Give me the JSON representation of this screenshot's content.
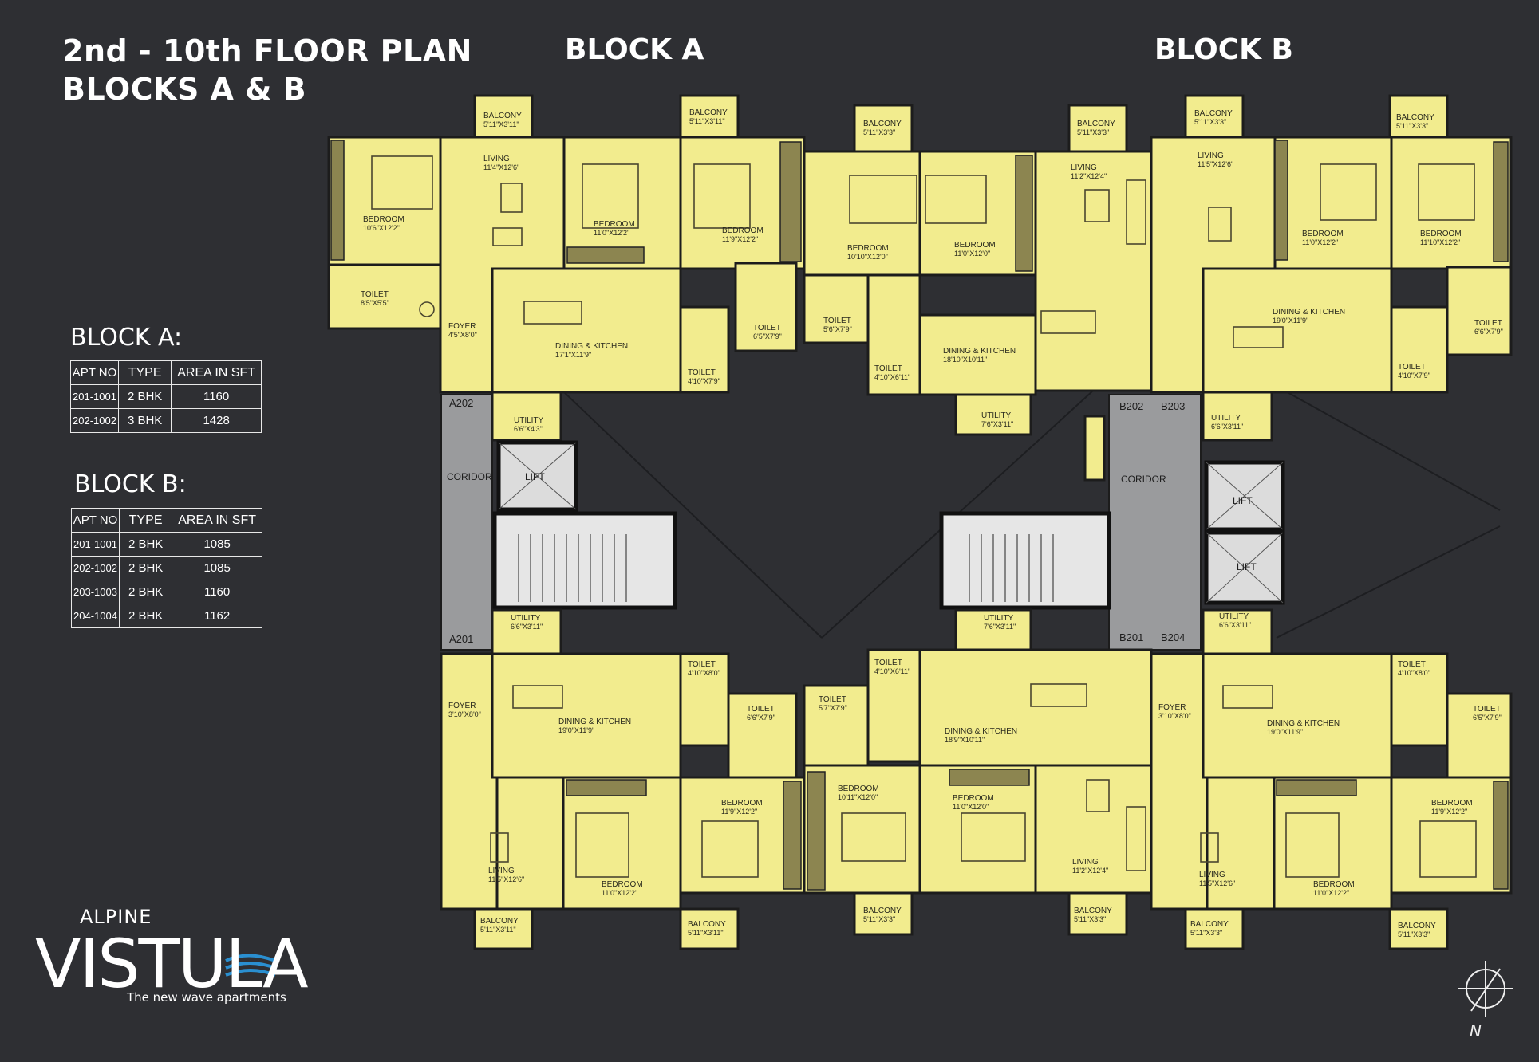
{
  "title": {
    "line1": "2nd - 10th FLOOR PLAN",
    "line2": "BLOCKS A & B"
  },
  "blocks": {
    "a": "BLOCK A",
    "b": "BLOCK B"
  },
  "tables": {
    "a": {
      "title": "BLOCK A:",
      "headers": [
        "APT NO",
        "TYPE",
        "AREA IN SFT"
      ],
      "rows": [
        [
          "201-1001",
          "2 BHK",
          "1160"
        ],
        [
          "202-1002",
          "3 BHK",
          "1428"
        ]
      ]
    },
    "b": {
      "title": "BLOCK B:",
      "headers": [
        "APT NO",
        "TYPE",
        "AREA IN SFT"
      ],
      "rows": [
        [
          "201-1001",
          "2 BHK",
          "1085"
        ],
        [
          "202-1002",
          "2 BHK",
          "1085"
        ],
        [
          "203-1003",
          "2 BHK",
          "1160"
        ],
        [
          "204-1004",
          "2 BHK",
          "1162"
        ]
      ]
    }
  },
  "apartments": {
    "a201": "A201",
    "a202": "A202",
    "b201": "B201",
    "b202": "B202",
    "b203": "B203",
    "b204": "B204"
  },
  "core": {
    "corridor": "CORIDOR",
    "lift": "LIFT"
  },
  "room_labels": {
    "a_top_balcony1": [
      "BALCONY",
      "5'11\"X3'11\""
    ],
    "a_top_balcony2": [
      "BALCONY",
      "5'11\"X3'11\""
    ],
    "a_top_bed1": [
      "BEDROOM",
      "10'6\"X12'2\""
    ],
    "a_top_living": [
      "LIVING",
      "11'4\"X12'6\""
    ],
    "a_top_bed2": [
      "BEDROOM",
      "11'0\"X12'2\""
    ],
    "a_top_bed3": [
      "BEDROOM",
      "11'9\"X12'2\""
    ],
    "a_top_toilet1": [
      "TOILET",
      "8'5\"X5'5\""
    ],
    "a_top_foyer": [
      "FOYER",
      "4'5\"X8'0\""
    ],
    "a_top_dining": [
      "DINING & KITCHEN",
      "17'1\"X11'9\""
    ],
    "a_top_toilet2": [
      "TOILET",
      "6'5\"X7'9\""
    ],
    "a_top_toilet3": [
      "TOILET",
      "4'10\"X7'9\""
    ],
    "a_top_utility": [
      "UTILITY",
      "6'6\"X4'3\""
    ],
    "bm_top_balcony1": [
      "BALCONY",
      "5'11\"X3'3\""
    ],
    "bm_top_balcony2": [
      "BALCONY",
      "5'11\"X3'3\""
    ],
    "bm_top_bed1": [
      "BEDROOM",
      "10'10\"X12'0\""
    ],
    "bm_top_bed2": [
      "BEDROOM",
      "11'0\"X12'0\""
    ],
    "bm_top_living": [
      "LIVING",
      "11'2\"X12'4\""
    ],
    "bm_top_toilet1": [
      "TOILET",
      "5'6\"X7'9\""
    ],
    "bm_top_toilet2": [
      "TOILET",
      "4'10\"X6'11\""
    ],
    "bm_top_dining": [
      "DINING & KITCHEN",
      "18'10\"X10'11\""
    ],
    "bm_top_utility": [
      "UTILITY",
      "7'6\"X3'11\""
    ],
    "br_top_balcony1": [
      "BALCONY",
      "5'11\"X3'3\""
    ],
    "br_top_balcony2": [
      "BALCONY",
      "5'11\"X3'3\""
    ],
    "br_top_living": [
      "LIVING",
      "11'5\"X12'6\""
    ],
    "br_top_bed1": [
      "BEDROOM",
      "11'0\"X12'2\""
    ],
    "br_top_bed2": [
      "BEDROOM",
      "11'10\"X12'2\""
    ],
    "br_top_dining": [
      "DINING & KITCHEN",
      "19'0\"X11'9\""
    ],
    "br_top_toilet1": [
      "TOILET",
      "6'6\"X7'9\""
    ],
    "br_top_toilet2": [
      "TOILET",
      "4'10\"X7'9\""
    ],
    "br_top_utility": [
      "UTILITY",
      "6'6\"X3'11\""
    ],
    "a_bot_utility": [
      "UTILITY",
      "6'6\"X3'11\""
    ],
    "a_bot_foyer": [
      "FOYER",
      "3'10\"X8'0\""
    ],
    "a_bot_dining": [
      "DINING & KITCHEN",
      "19'0\"X11'9\""
    ],
    "a_bot_toilet1": [
      "TOILET",
      "4'10\"X8'0\""
    ],
    "a_bot_toilet2": [
      "TOILET",
      "6'6\"X7'9\""
    ],
    "a_bot_bed1": [
      "BEDROOM",
      "11'9\"X12'2\""
    ],
    "a_bot_living": [
      "LIVING",
      "11'5\"X12'6\""
    ],
    "a_bot_bed2": [
      "BEDROOM",
      "11'0\"X12'2\""
    ],
    "a_bot_balcony1": [
      "BALCONY",
      "5'11\"X3'11\""
    ],
    "a_bot_balcony2": [
      "BALCONY",
      "5'11\"X3'11\""
    ],
    "bm_bot_utility": [
      "UTILITY",
      "7'6\"X3'11\""
    ],
    "bm_bot_toilet1": [
      "TOILET",
      "4'10\"X6'11\""
    ],
    "bm_bot_toilet2": [
      "TOILET",
      "5'7\"X7'9\""
    ],
    "bm_bot_dining": [
      "DINING & KITCHEN",
      "18'9\"X10'11\""
    ],
    "bm_bot_bed1": [
      "BEDROOM",
      "10'11\"X12'0\""
    ],
    "bm_bot_bed2": [
      "BEDROOM",
      "11'0\"X12'0\""
    ],
    "bm_bot_living": [
      "LIVING",
      "11'2\"X12'4\""
    ],
    "bm_bot_balcony1": [
      "BALCONY",
      "5'11\"X3'3\""
    ],
    "bm_bot_balcony2": [
      "BALCONY",
      "5'11\"X3'3\""
    ],
    "br_bot_utility": [
      "UTILITY",
      "6'6\"X3'11\""
    ],
    "br_bot_foyer": [
      "FOYER",
      "3'10\"X8'0\""
    ],
    "br_bot_dining": [
      "DINING & KITCHEN",
      "19'0\"X11'9\""
    ],
    "br_bot_toilet1": [
      "TOILET",
      "4'10\"X8'0\""
    ],
    "br_bot_toilet2": [
      "TOILET",
      "6'5\"X7'9\""
    ],
    "br_bot_bed1": [
      "BEDROOM",
      "11'9\"X12'2\""
    ],
    "br_bot_living": [
      "LIVING",
      "11'5\"X12'6\""
    ],
    "br_bot_bed2": [
      "BEDROOM",
      "11'0\"X12'2\""
    ],
    "br_bot_balcony1": [
      "BALCONY",
      "5'11\"X3'3\""
    ],
    "br_bot_balcony2": [
      "BALCONY",
      "5'11\"X3'3\""
    ]
  },
  "logo": {
    "alpine": "ALPINE",
    "vistula": "VISTULA",
    "tagline": "The new wave apartments",
    "wave_color": "#2a8fd0"
  },
  "compass": {
    "label": "N",
    "icon": "north-arrow-icon"
  },
  "colors": {
    "background": "#2e2f33",
    "room_fill": "#f2ec8e",
    "corridor": "#9a9b9d",
    "wardrobe": "#8c8550"
  }
}
